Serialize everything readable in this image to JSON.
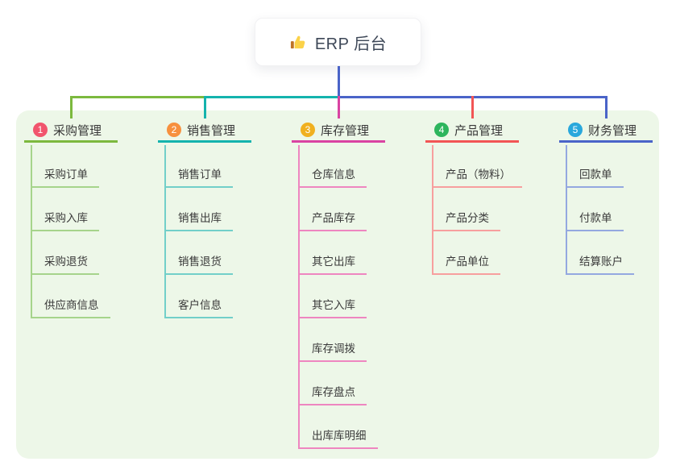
{
  "root": {
    "title": "ERP 后台",
    "icon": "thumbs-up-icon",
    "connector_color": "#4a64c8"
  },
  "panel": {
    "background": "#edf7e8"
  },
  "branches": [
    {
      "num": "1",
      "title": "采购管理",
      "badge_color": "#f1556d",
      "line_color": "#7cb93e",
      "child_line_color": "#a6d48b",
      "children": [
        "采购订单",
        "采购入库",
        "采购退货",
        "供应商信息"
      ]
    },
    {
      "num": "2",
      "title": "销售管理",
      "badge_color": "#f7903e",
      "line_color": "#14b3ad",
      "child_line_color": "#72cfc9",
      "children": [
        "销售订单",
        "销售出库",
        "销售退货",
        "客户信息"
      ]
    },
    {
      "num": "3",
      "title": "库存管理",
      "badge_color": "#f0b01f",
      "line_color": "#d943a2",
      "child_line_color": "#ee86c0",
      "children": [
        "仓库信息",
        "产品库存",
        "其它出库",
        "其它入库",
        "库存调拨",
        "库存盘点",
        "出库库明细"
      ]
    },
    {
      "num": "4",
      "title": "产品管理",
      "badge_color": "#2db55d",
      "line_color": "#f25555",
      "child_line_color": "#f79f9e",
      "children": [
        "产品（物料）",
        "产品分类",
        "产品单位"
      ]
    },
    {
      "num": "5",
      "title": "财务管理",
      "badge_color": "#29a8dc",
      "line_color": "#4a64c8",
      "child_line_color": "#94a8e0",
      "children": [
        "回款单",
        "付款单",
        "结算账户"
      ]
    }
  ]
}
